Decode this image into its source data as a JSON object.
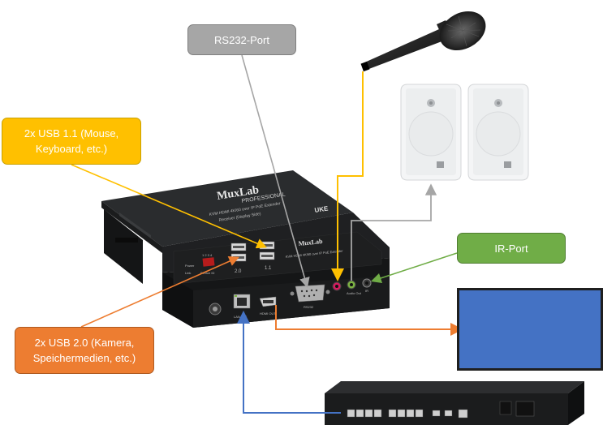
{
  "callouts": {
    "rs232": "RS232-Port",
    "usb11": "2x USB 1.1 (Mouse,\nKeyboard, etc.)",
    "ir": "IR-Port",
    "usb20": "2x USB 2.0 (Kamera,\nSpeichermedien, etc.)"
  },
  "device": {
    "brand": "MuxLab",
    "brand_sub": "PROFESSIONAL",
    "model_lines": [
      "KVM HDMI 4K/60 over IP PoE Extender",
      "Receiver (Display Side)"
    ],
    "port_labels": {
      "usb20": "2.0",
      "usb11": "1.1",
      "lan": "LAN PoE",
      "hdmi": "HDMI OUT",
      "rs232": "RS232",
      "audio_out": "Audio Out",
      "ir": "IR",
      "power": "Power",
      "link": "Link",
      "device_id": "Device ID",
      "dip": "1 2 3 4"
    }
  },
  "colors": {
    "rs232_line": "#a6a6a6",
    "usb11_line": "#ffc000",
    "usb20_line": "#ed7d31",
    "ir_line": "#70ad47",
    "lan_line": "#4472c4",
    "display_fill": "#4472c4"
  }
}
